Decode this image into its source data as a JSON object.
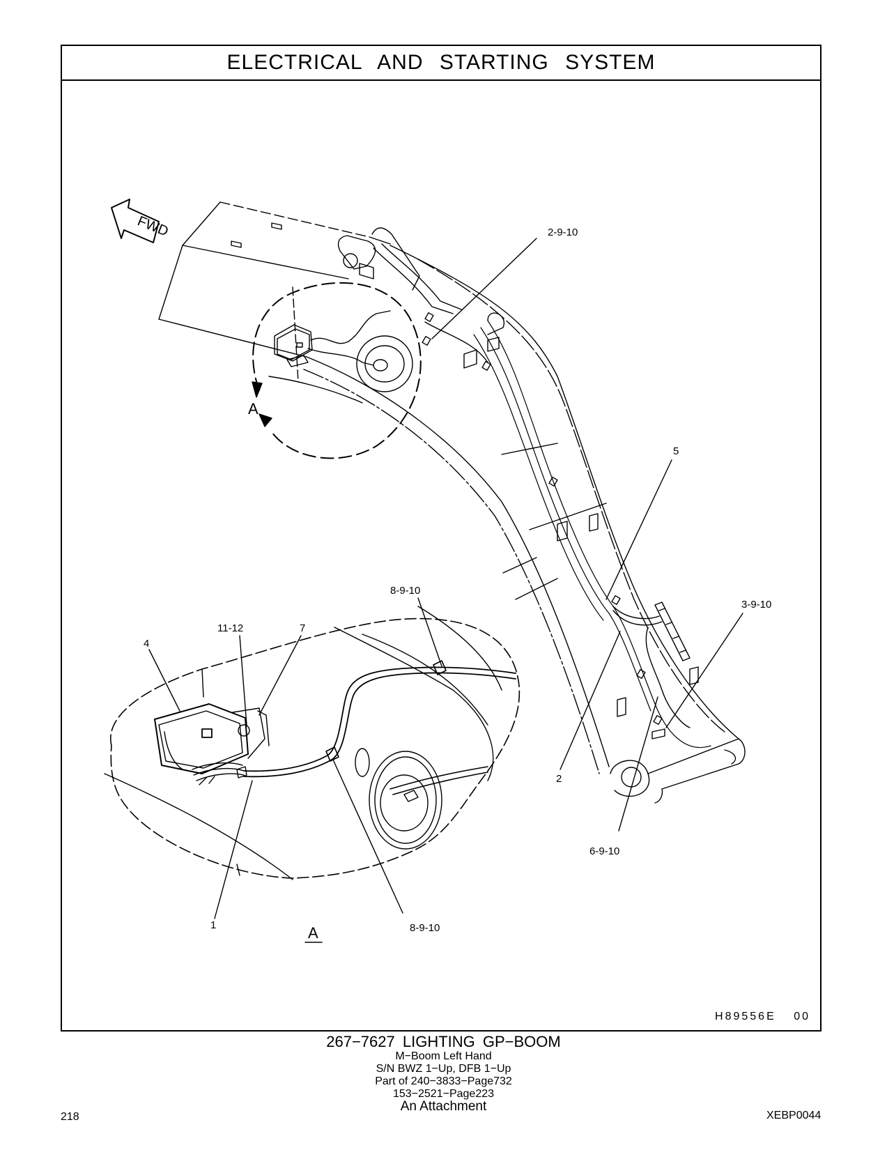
{
  "header": {
    "title": "ELECTRICAL AND STARTING SYSTEM"
  },
  "diagram": {
    "fwd_label": "FWD",
    "view_label": "A",
    "view_title": "A",
    "callouts": {
      "c_2_9_10_top": "2-9-10",
      "c_5": "5",
      "c_8_9_10_top": "8-9-10",
      "c_3_9_10": "3-9-10",
      "c_11_12": "11-12",
      "c_7": "7",
      "c_4": "4",
      "c_2": "2",
      "c_6_9_10": "6-9-10",
      "c_1": "1",
      "c_8_9_10_bottom": "8-9-10"
    },
    "figure_id": "H89556E    00"
  },
  "caption": {
    "main": "267−7627  LIGHTING GP−BOOM",
    "line2": "M−Boom  Left  Hand",
    "line3": "S/N BWZ 1−Up, DFB 1−Up",
    "line4": "Part of 240−3833−Page732",
    "line5": "153−2521−Page223",
    "line6": "An Attachment"
  },
  "footer": {
    "page_number": "218",
    "doc_id": "XEBP0044"
  }
}
